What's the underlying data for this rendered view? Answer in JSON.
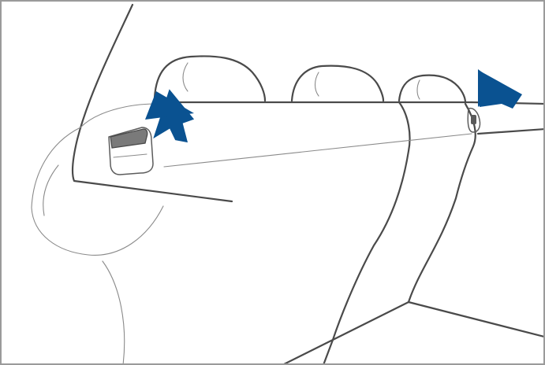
{
  "illustration": {
    "subject": "rear-seat-release",
    "colors": {
      "outline": "#4a4a4a",
      "detail": "#8a8a8a",
      "arrow": "#0a5291",
      "handle": "#7a7a7a",
      "border": "#9a9a9a",
      "background": "#ffffff"
    },
    "callouts": [
      {
        "name": "left-release-handle-arrow",
        "icon": "arrow-pointing-down-left"
      },
      {
        "name": "right-release-button-arrow",
        "icon": "arrow-pointing-left"
      }
    ]
  }
}
